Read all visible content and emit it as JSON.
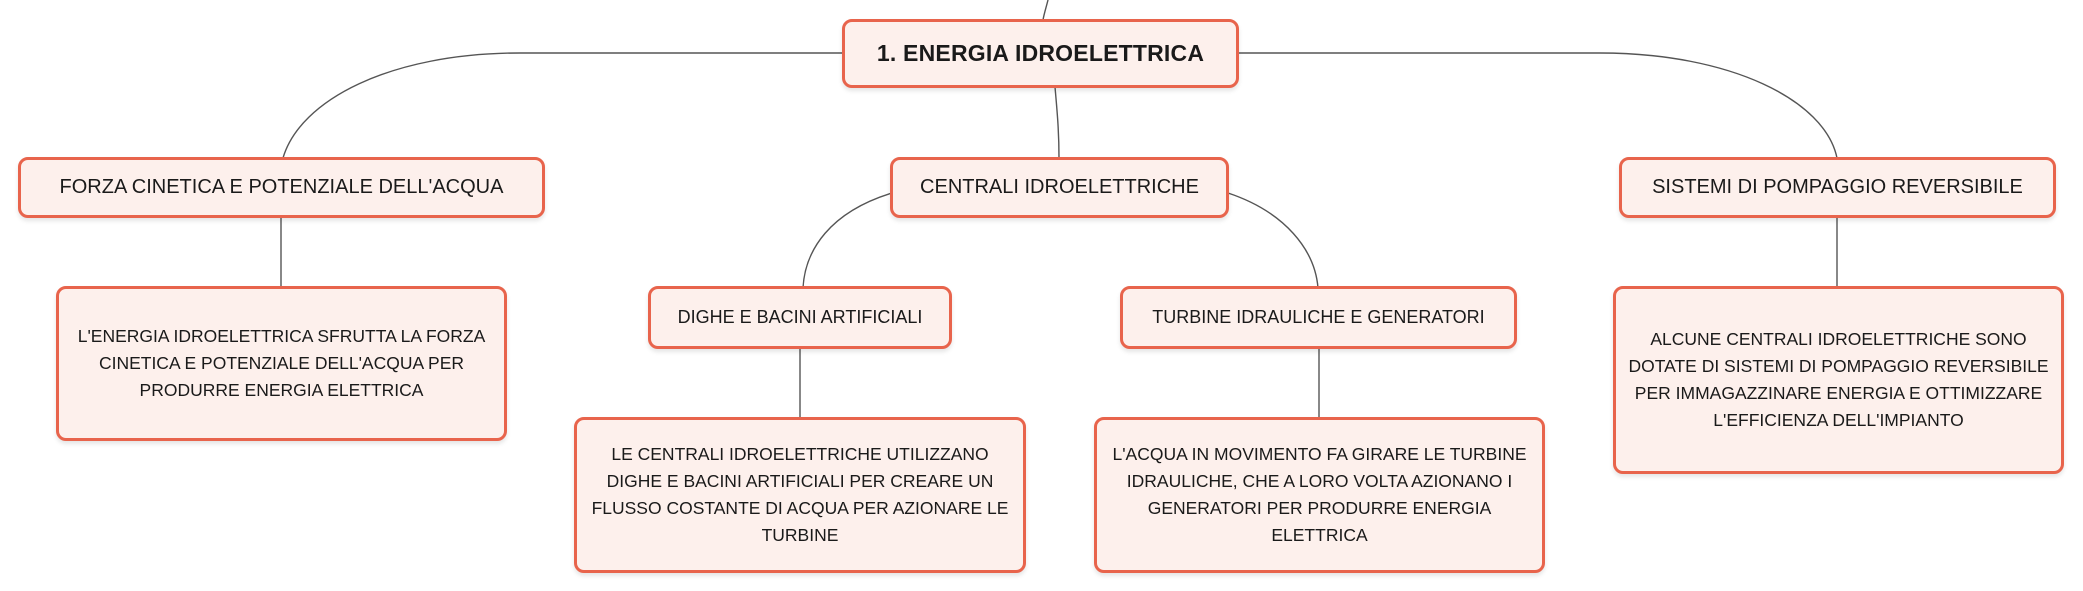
{
  "root": {
    "label": "1. ENERGIA IDROELETTRICA"
  },
  "branches": [
    {
      "label": "FORZA CINETICA E POTENZIALE DELL'ACQUA",
      "detail": "L'ENERGIA IDROELETTRICA SFRUTTA LA FORZA CINETICA E POTENZIALE DELL'ACQUA PER PRODURRE ENERGIA ELETTRICA"
    },
    {
      "label": "CENTRALI IDROELETTRICHE",
      "children": [
        {
          "label": "DIGHE E BACINI ARTIFICIALI",
          "detail": "LE CENTRALI IDROELETTRICHE UTILIZZANO DIGHE E BACINI ARTIFICIALI PER CREARE UN FLUSSO COSTANTE DI ACQUA PER AZIONARE LE TURBINE"
        },
        {
          "label": "TURBINE IDRAULICHE E GENERATORI",
          "detail": "L'ACQUA IN MOVIMENTO FA GIRARE LE TURBINE IDRAULICHE, CHE A LORO VOLTA AZIONANO I GENERATORI PER PRODURRE ENERGIA ELETTRICA"
        }
      ]
    },
    {
      "label": "SISTEMI DI POMPAGGIO REVERSIBILE",
      "detail": "ALCUNE CENTRALI IDROELETTRICHE SONO DOTATE DI SISTEMI DI POMPAGGIO REVERSIBILE PER IMMAGAZZINARE ENERGIA E OTTIMIZZARE L'EFFICIENZA DELL'IMPIANTO"
    }
  ],
  "colors": {
    "node_fill": "#fdf0ec",
    "node_border": "#e8644c",
    "connector": "#555555"
  }
}
